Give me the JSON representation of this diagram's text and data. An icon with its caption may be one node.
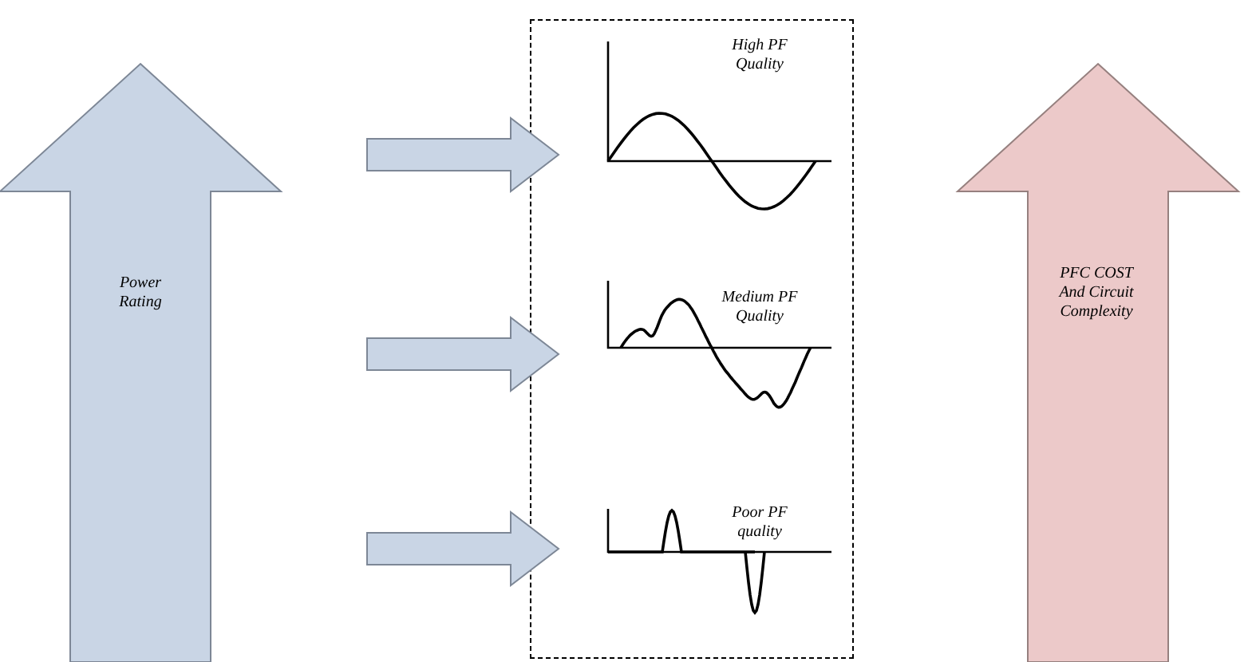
{
  "diagram": {
    "nodes": [
      {
        "text": [
          "Power Rating"
        ]
      },
      {
        "text": [],
        "shape": "box"
      },
      {
        "text": [
          "High PF Quality"
        ],
        "in": 1
      },
      {
        "text": [
          "Medium PF Quality"
        ],
        "in": 1
      },
      {
        "text": [
          "Poor PF quality"
        ],
        "in": 1
      },
      {
        "text": [
          "PFC COST And Circuit Complexity"
        ]
      }
    ],
    "edges": [
      {
        "from": null,
        "to": 2,
        "arrow": "to"
      },
      {
        "from": null,
        "to": 3,
        "arrow": "to"
      },
      {
        "from": null,
        "to": 4,
        "arrow": "to"
      }
    ]
  }
}
